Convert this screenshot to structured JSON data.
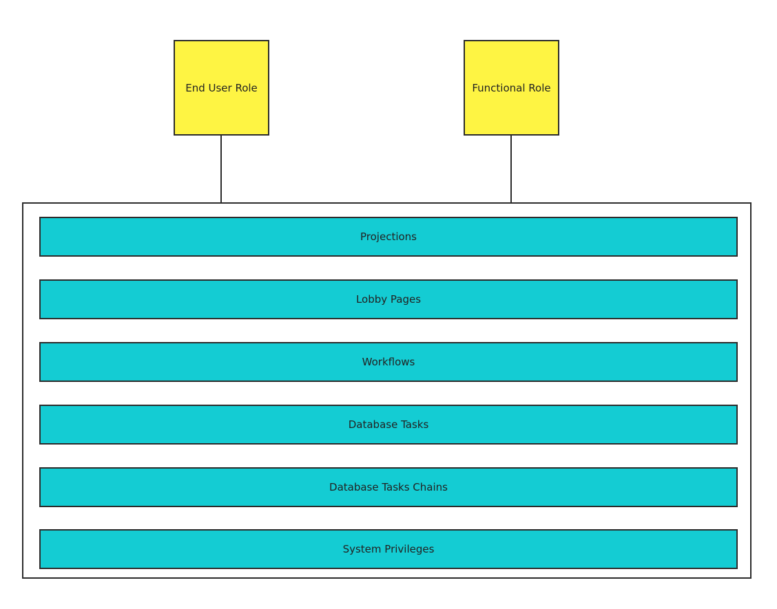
{
  "roles": [
    {
      "label": "End User Role",
      "color": "#fef443"
    },
    {
      "label": "Functional Role",
      "color": "#fef443"
    }
  ],
  "layers": [
    {
      "label": "Projections",
      "color": "#14ccd3"
    },
    {
      "label": "Lobby Pages",
      "color": "#14ccd3"
    },
    {
      "label": "Workflows",
      "color": "#14ccd3"
    },
    {
      "label": "Database Tasks",
      "color": "#14ccd3"
    },
    {
      "label": "Database Tasks Chains",
      "color": "#14ccd3"
    },
    {
      "label": "System Privileges",
      "color": "#14ccd3"
    }
  ]
}
